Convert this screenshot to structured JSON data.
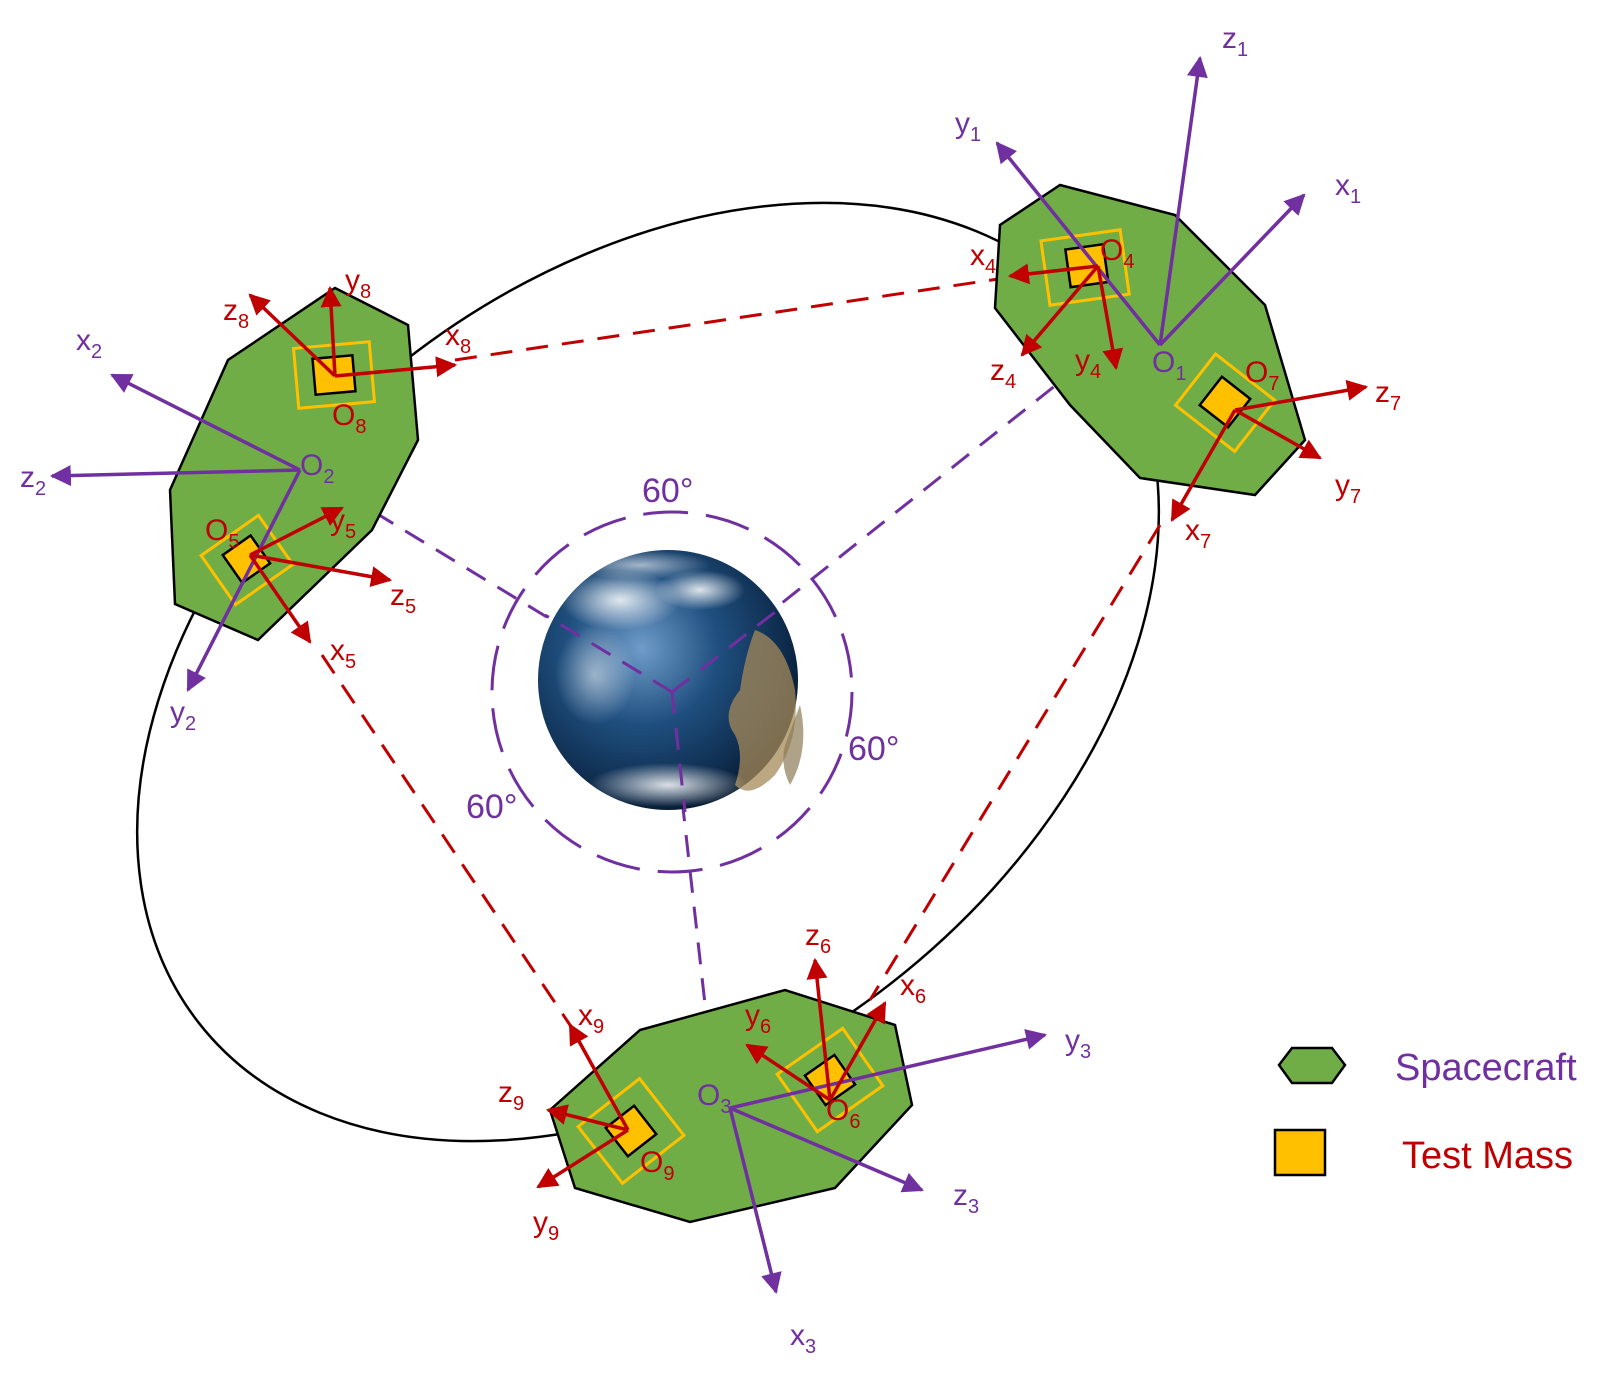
{
  "colors": {
    "spacecraft_fill": "#70ad47",
    "test_mass_fill": "#ffc000",
    "frame_purple": "#7030a0",
    "frame_red": "#c00000",
    "orbit": "#000000"
  },
  "angles": {
    "a1": "60°",
    "a2": "60°",
    "a3": "60°"
  },
  "legend": {
    "spacecraft_label": "Spacecraft",
    "test_mass_label": "Test Mass"
  },
  "frames": {
    "sc1": {
      "x": "x",
      "xs": "1",
      "y": "y",
      "ys": "1",
      "z": "z",
      "zs": "1",
      "o": "O",
      "os": "1"
    },
    "sc2": {
      "x": "x",
      "xs": "2",
      "y": "y",
      "ys": "2",
      "z": "z",
      "zs": "2",
      "o": "O",
      "os": "2"
    },
    "sc3": {
      "x": "x",
      "xs": "3",
      "y": "y",
      "ys": "3",
      "z": "z",
      "zs": "3",
      "o": "O",
      "os": "3"
    },
    "tm4": {
      "x": "x",
      "xs": "4",
      "y": "y",
      "ys": "4",
      "z": "z",
      "zs": "4",
      "o": "O",
      "os": "4"
    },
    "tm5": {
      "x": "x",
      "xs": "5",
      "y": "y",
      "ys": "5",
      "z": "z",
      "zs": "5",
      "o": "O",
      "os": "5"
    },
    "tm6": {
      "x": "x",
      "xs": "6",
      "y": "y",
      "ys": "6",
      "z": "z",
      "zs": "6",
      "o": "O",
      "os": "6"
    },
    "tm7": {
      "x": "x",
      "xs": "7",
      "y": "y",
      "ys": "7",
      "z": "z",
      "zs": "7",
      "o": "O",
      "os": "7"
    },
    "tm8": {
      "x": "x",
      "xs": "8",
      "y": "y",
      "ys": "8",
      "z": "z",
      "zs": "8",
      "o": "O",
      "os": "8"
    },
    "tm9": {
      "x": "x",
      "xs": "9",
      "y": "y",
      "ys": "9",
      "z": "z",
      "zs": "9",
      "o": "O",
      "os": "9"
    }
  }
}
